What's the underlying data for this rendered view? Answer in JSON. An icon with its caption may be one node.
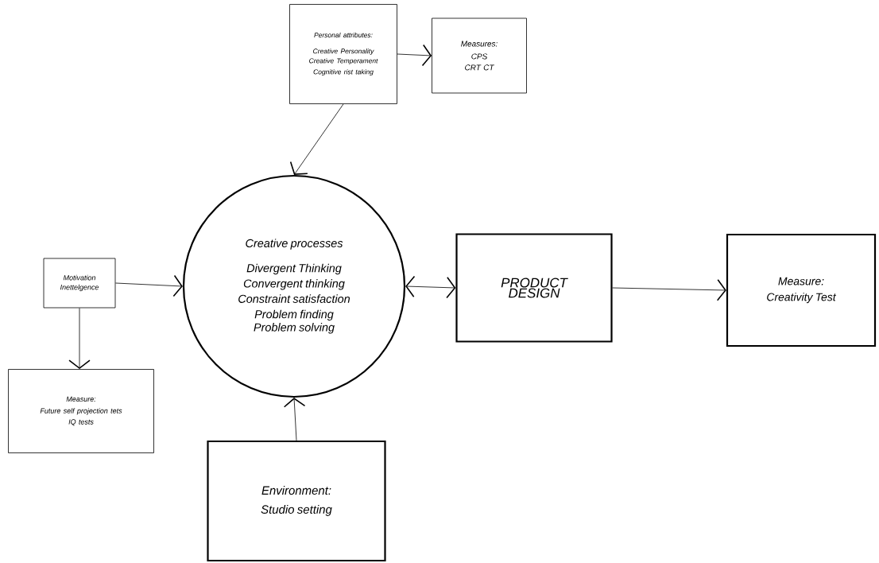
{
  "diagram": {
    "nodes": [
      {
        "text": [
          "Personal attributes:",
          "Creative Personality",
          "Creative Temperament",
          "Cognitive rist taking"
        ]
      },
      {
        "text": [
          "Measures:",
          "CPS",
          "CRT CT"
        ]
      },
      {
        "text": [
          "Motivation",
          "Inettelgence"
        ]
      },
      {
        "text": [
          "Creative processes",
          "Divergent Thinking",
          "Convergent thinking",
          "Constraint satisfaction",
          "Problem finding",
          "Problem solving"
        ]
      },
      {
        "text": [
          "PRODUCT DESIGN"
        ]
      },
      {
        "text": [
          "Measure:",
          "Creativity Test"
        ]
      },
      {
        "text": [
          "Measure:",
          "Future self projection tets",
          "IQ tests"
        ]
      },
      {
        "text": [
          "Environment:",
          "Studio setting"
        ]
      }
    ],
    "edges": [
      {
        "from": 0,
        "to": 1,
        "arrow": "to"
      },
      {
        "from": 0,
        "to": 3,
        "arrow": "to"
      },
      {
        "from": 2,
        "to": 3,
        "arrow": "to"
      },
      {
        "from": 2,
        "to": 6,
        "arrow": "to"
      },
      {
        "from": 3,
        "to": 4,
        "arrow": "both"
      },
      {
        "from": 4,
        "to": 5,
        "arrow": "to"
      },
      {
        "from": 7,
        "to": 3,
        "arrow": "to"
      }
    ]
  }
}
